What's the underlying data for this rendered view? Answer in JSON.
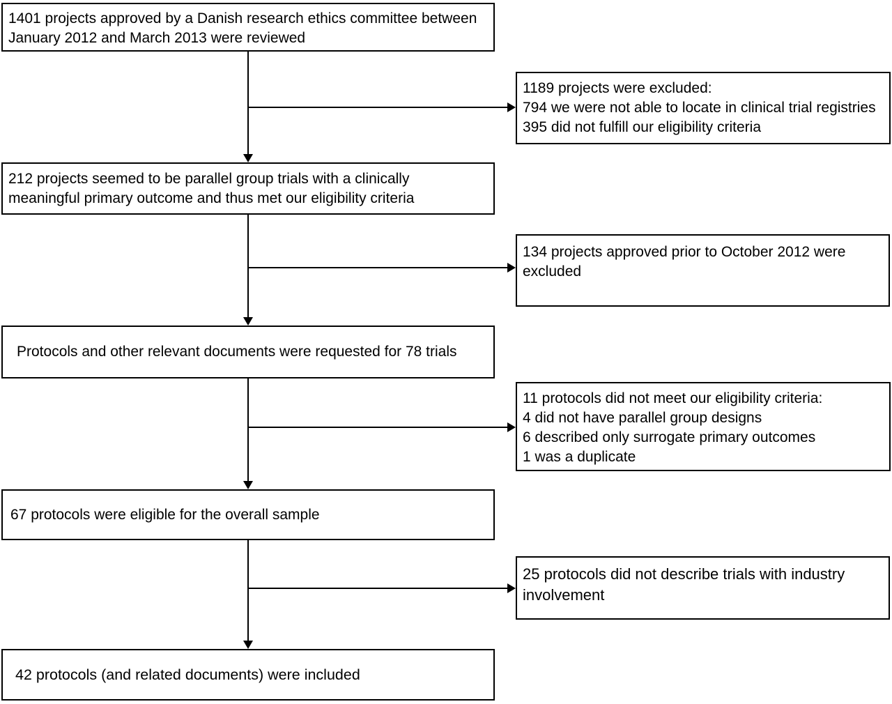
{
  "figure": {
    "type": "flow-diagram",
    "colors": {
      "line": "#000000",
      "box_border": "#000000",
      "background": "#ffffff",
      "text": "#000000"
    },
    "main_boxes": [
      {
        "text": "1401 projects approved by a Danish research ethics committee between\nJanuary 2012 and March 2013 were reviewed"
      },
      {
        "text": "212 projects seemed to be parallel group trials with a clinically\nmeaningful primary outcome and thus met our eligibility criteria"
      },
      {
        "text": "Protocols and other relevant documents were requested for 78 trials"
      },
      {
        "text": "67 protocols were eligible for the overall sample"
      },
      {
        "text": "42 protocols (and related documents) were included"
      }
    ],
    "exclusion_boxes": [
      {
        "text": "1189 projects were excluded:\n794 we were not able to locate in clinical trial registries\n395 did not fulfill our eligibility criteria"
      },
      {
        "text": "134 projects approved prior to October 2012 were\nexcluded"
      },
      {
        "text": "11 protocols did not meet our eligibility criteria:\n4 did not have parallel group designs\n6 described only surrogate primary outcomes\n1 was a duplicate"
      },
      {
        "text": "25 protocols did not describe trials with industry\ninvolvement"
      }
    ]
  }
}
